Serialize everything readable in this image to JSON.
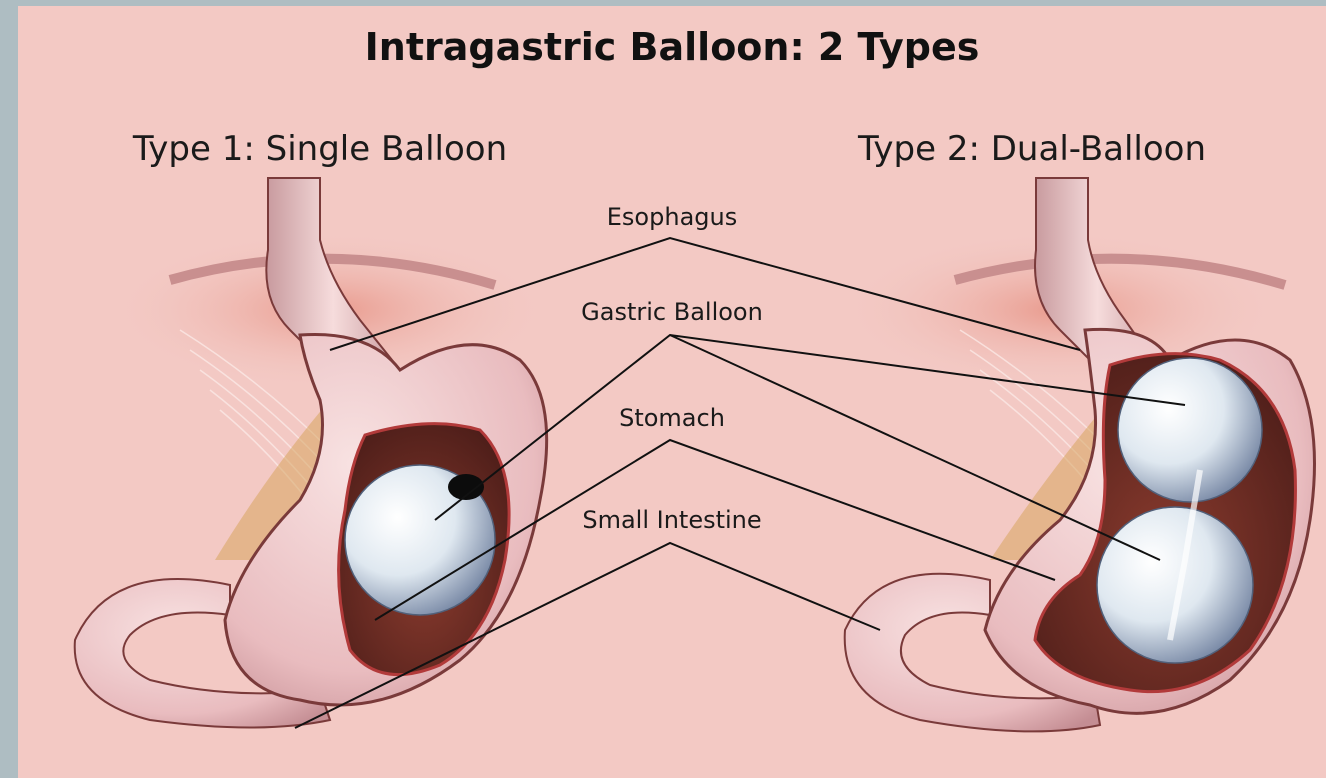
{
  "figure": {
    "title": "Intragastric Balloon: 2 Types",
    "left_panel": {
      "label": "Type 1: Single Balloon"
    },
    "right_panel": {
      "label": "Type 2: Dual-Balloon"
    },
    "callouts": {
      "esophagus": "Esophagus",
      "gastric_balloon": "Gastric Balloon",
      "stomach": "Stomach",
      "small_intestine": "Small Intestine"
    }
  },
  "colors": {
    "background": "#f3c9c4",
    "frame": "#aebdc2",
    "stomach_outer": "#ecc2c2",
    "stomach_inner": "#6b2e24",
    "balloon": "#dfe8f0"
  }
}
